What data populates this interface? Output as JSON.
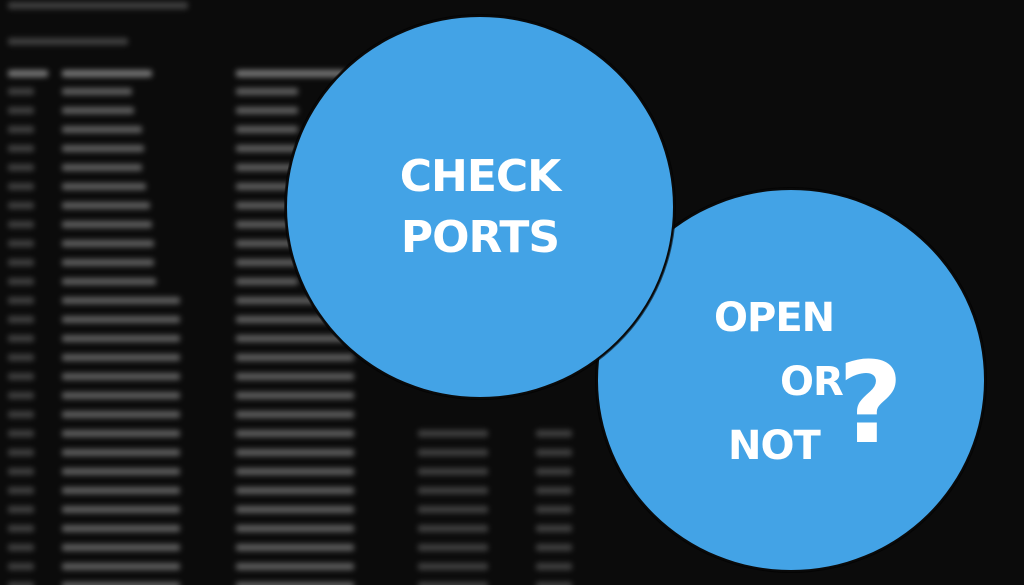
{
  "bubble_check": {
    "line1": "CHECK",
    "line2": "PORTS"
  },
  "bubble_open": {
    "line1": "OPEN",
    "line2": "OR",
    "line3": "NOT",
    "mark": "?"
  },
  "colors": {
    "bubble": "#43a3e6",
    "background": "#0b0b0b",
    "text": "#ffffff"
  }
}
